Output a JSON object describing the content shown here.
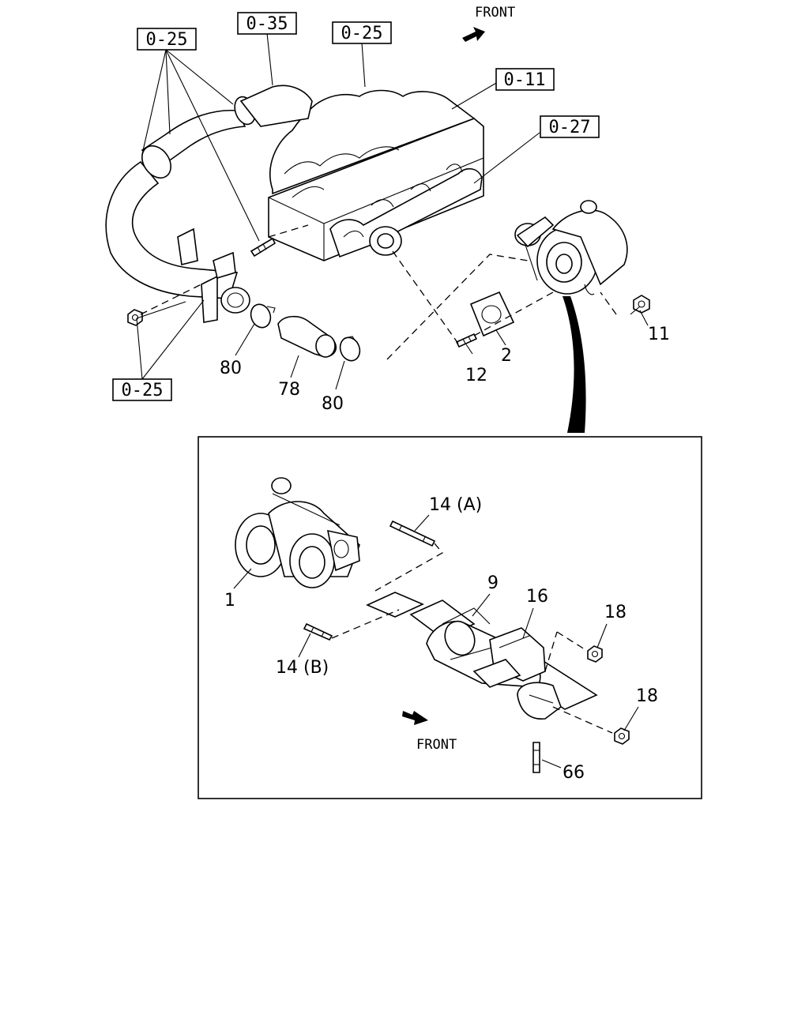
{
  "references": {
    "ref_top_left": "0-25",
    "ref_top_mid": "0-35",
    "ref_top_center": "0-25",
    "ref_right_upper": "0-11",
    "ref_right_lower": "0-27",
    "ref_bottom_left": "0-25"
  },
  "labels": {
    "front_top": "FRONT",
    "front_detail": "FRONT"
  },
  "parts": {
    "p11": "11",
    "p2": "2",
    "p12": "12",
    "p80_left": "80",
    "p78": "78",
    "p80_right": "80",
    "p14a": "14 (A)",
    "p1": "1",
    "p9": "9",
    "p16": "16",
    "p18_upper": "18",
    "p14b": "14 (B)",
    "p18_lower": "18",
    "p66": "66"
  }
}
